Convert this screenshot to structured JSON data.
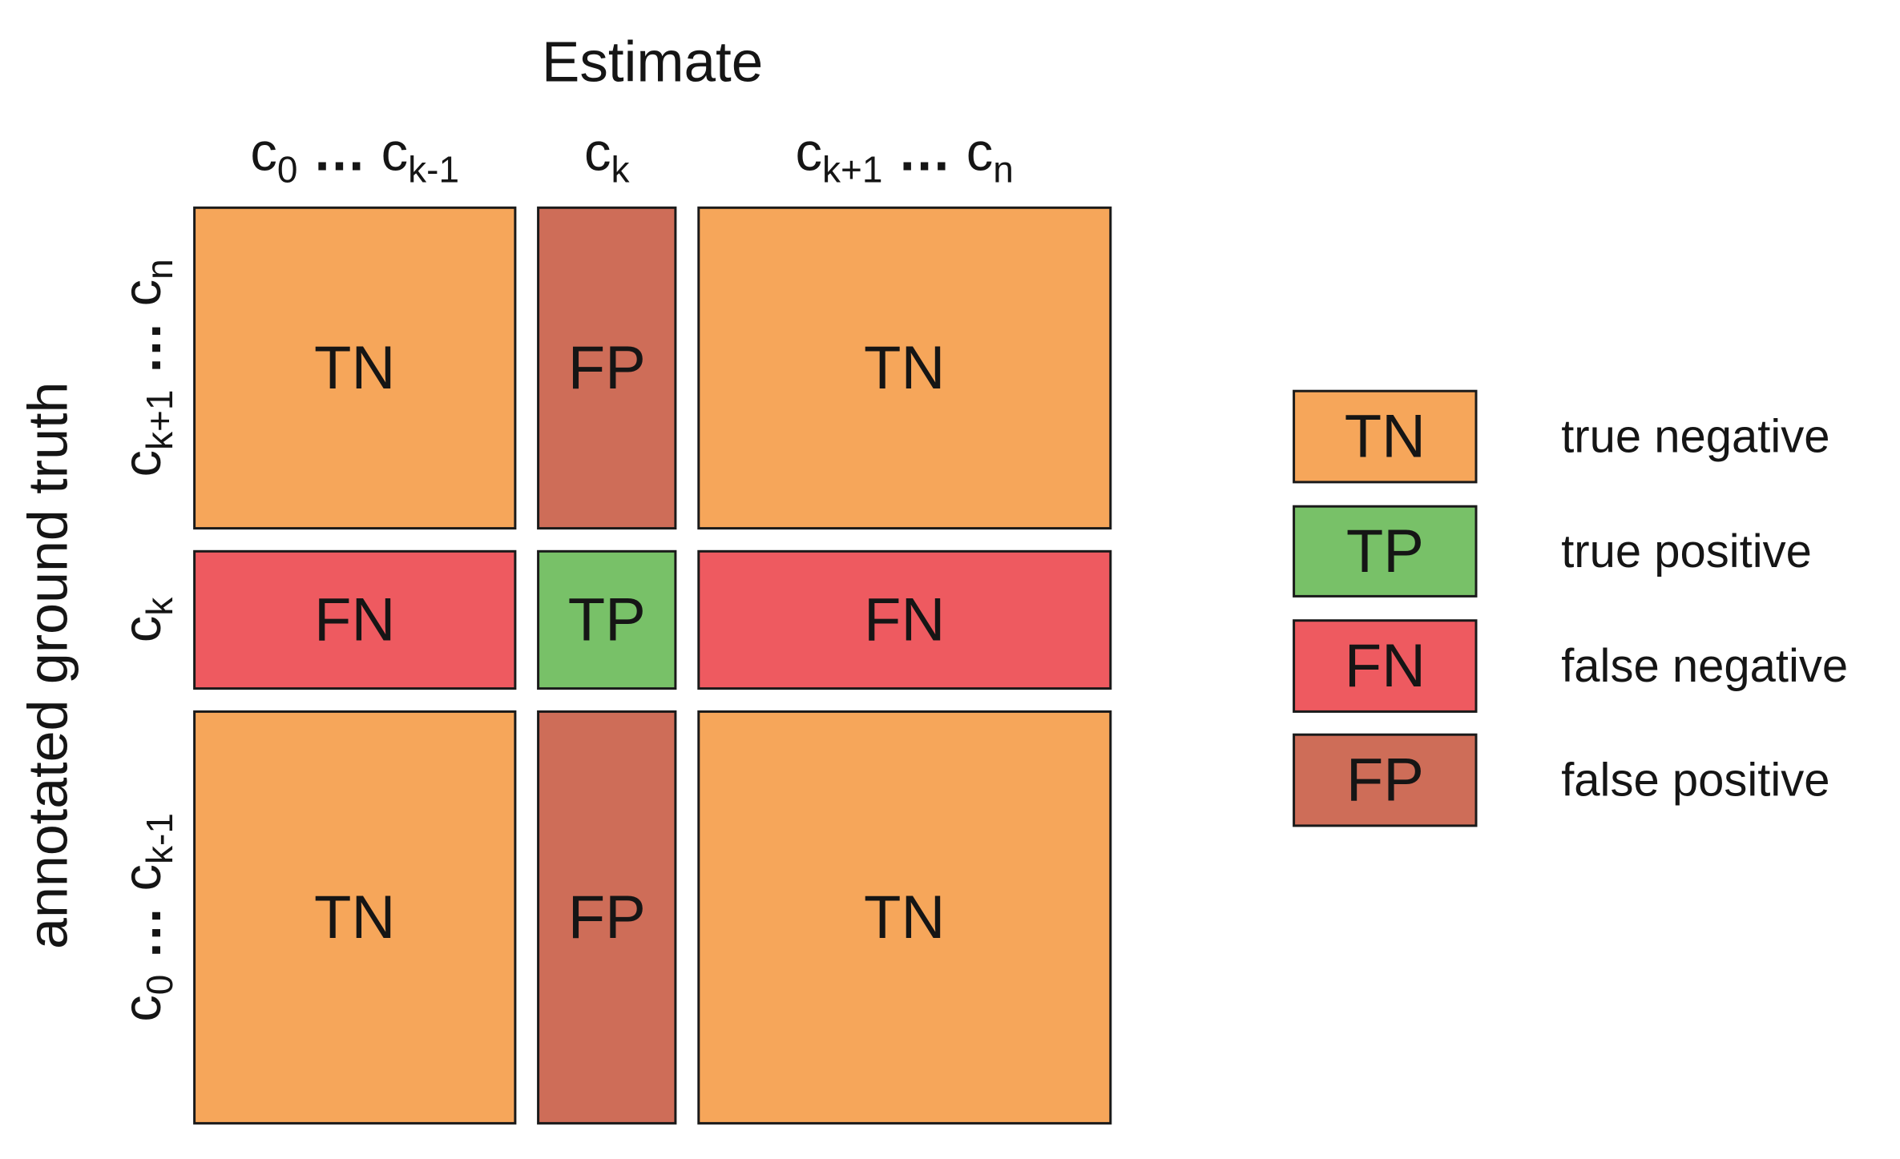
{
  "x_axis": {
    "title": "Estimate",
    "groups": [
      {
        "base": "c",
        "sub_a": "0",
        "dots": "…",
        "base2": "c",
        "sub_b": "k-1"
      },
      {
        "base": "c",
        "sub_a": "k"
      },
      {
        "base": "c",
        "sub_a": "k+1",
        "dots": "…",
        "base2": "c",
        "sub_b": "n"
      }
    ]
  },
  "y_axis": {
    "title": "annotated ground truth",
    "groups": [
      {
        "base": "c",
        "sub_a": "k+1",
        "dots": "…",
        "base2": "c",
        "sub_b": "n"
      },
      {
        "base": "c",
        "sub_a": "k"
      },
      {
        "base": "c",
        "sub_a": "0",
        "dots": "…",
        "base2": "c",
        "sub_b": "k-1"
      }
    ]
  },
  "categories": {
    "TN": {
      "label": "TN",
      "color": "#F6A65A",
      "description": "true negative"
    },
    "TP": {
      "label": "TP",
      "color": "#78C168",
      "description": "true positive"
    },
    "FN": {
      "label": "FN",
      "color": "#EE5A60",
      "description": "false negative"
    },
    "FP": {
      "label": "FP",
      "color": "#CE6D58",
      "description": "false positive"
    }
  },
  "matrix": [
    [
      "TN",
      "FP",
      "TN"
    ],
    [
      "FN",
      "TP",
      "FN"
    ],
    [
      "TN",
      "FP",
      "TN"
    ]
  ],
  "legend": [
    "TN",
    "TP",
    "FN",
    "FP"
  ]
}
